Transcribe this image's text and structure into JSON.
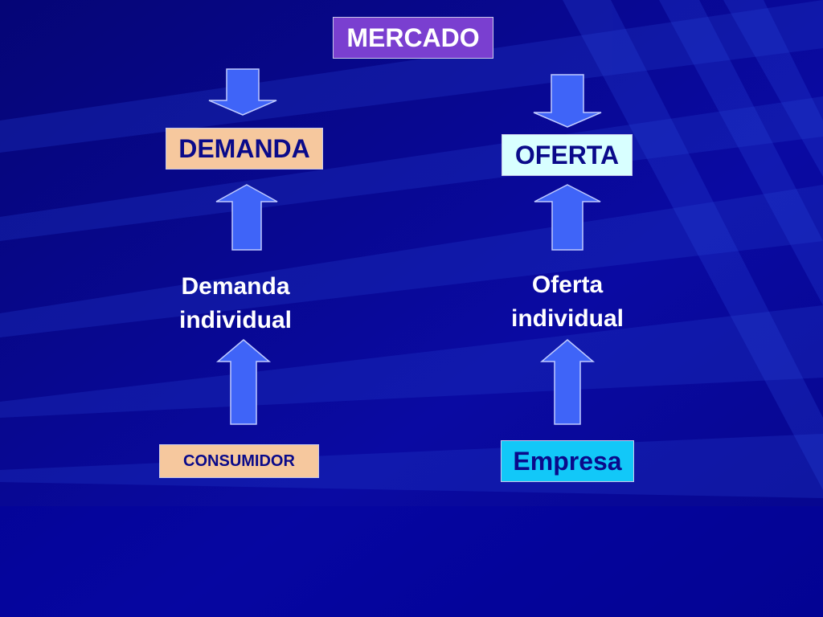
{
  "diagram": {
    "top": {
      "label": "MERCADO",
      "fill": "#7a3fd0",
      "text_color": "#ffffff"
    },
    "left": {
      "aggregate_label": "DEMANDA",
      "aggregate_fill": "#f6c89e",
      "individual_line1": "Demanda",
      "individual_line2": "individual",
      "source_label": "CONSUMIDOR",
      "source_fill": "#f6c89e",
      "text_color": "#0a0a8a"
    },
    "right": {
      "aggregate_label": "OFERTA",
      "aggregate_fill": "#d8ffff",
      "individual_line1": "Oferta",
      "individual_line2": "individual",
      "source_label": "Empresa",
      "source_fill": "#12c8f8",
      "text_color": "#0a0a8a"
    },
    "arrow_color": "#3f64f8",
    "arrow_outline": "#bfcaff",
    "background_color": "#06068f"
  }
}
